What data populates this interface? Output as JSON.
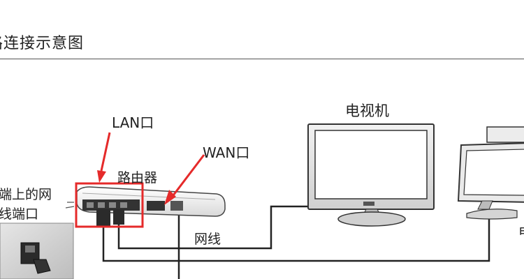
{
  "title": "路连接示意图",
  "labels": {
    "lan_port": "LAN口",
    "wan_port": "WAN口",
    "router": "路由器",
    "tv": "电视机",
    "network_cable": "网线",
    "wall_port_line1": "端上的网",
    "wall_port_line2": "线端口",
    "computer_partial": "电"
  },
  "colors": {
    "highlight": "#e52a2a",
    "line": "#222222"
  }
}
